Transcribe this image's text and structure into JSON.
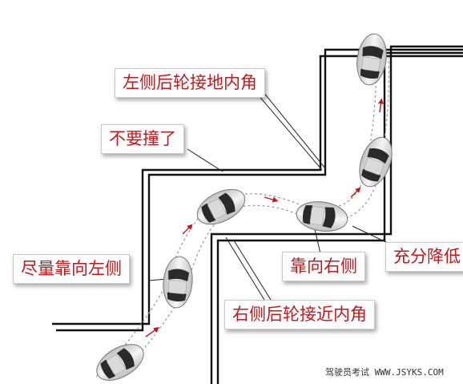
{
  "labels": {
    "left_rear_wheel": "左侧后轮接地内角",
    "dont_hit": "不要撞了",
    "keep_left": "尽量靠向左侧",
    "keep_right": "靠向右侧",
    "slow_down": "充分降低",
    "right_rear_wheel": "右侧后轮接近内角"
  },
  "watermark": "驾驶员考试 WWW.JSYKS.COM",
  "colors": {
    "label_text": "#c0191c",
    "path_arrow": "#c0191c",
    "wall": "#111111",
    "car_body": "#e8e8e8"
  }
}
